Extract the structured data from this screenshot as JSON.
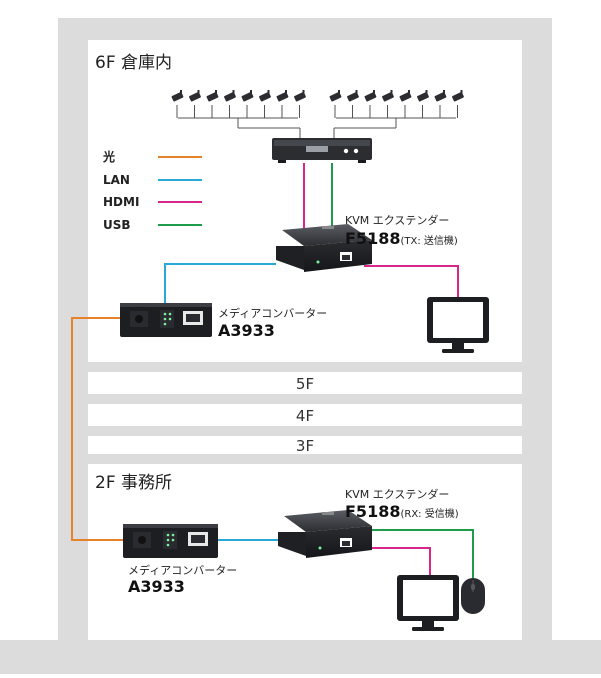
{
  "floors": {
    "top": {
      "label": "6F 倉庫内"
    },
    "bottom": {
      "label": "2F 事務所"
    },
    "middle": [
      "5F",
      "4F",
      "3F"
    ]
  },
  "legend": [
    {
      "label": "光",
      "color": "#e8822a"
    },
    {
      "label": "LAN",
      "color": "#2aa8d8"
    },
    {
      "label": "HDMI",
      "color": "#d8268a"
    },
    {
      "label": "USB",
      "color": "#1e9c4a"
    }
  ],
  "tx_extender": {
    "label": "KVM エクステンダー",
    "model": "F5188",
    "role": "(TX: 送信機)"
  },
  "rx_extender": {
    "label": "KVM エクステンダー",
    "model": "F5188",
    "role": "(RX: 受信機)"
  },
  "media_converter_top": {
    "label": "メディアコンバーター",
    "model": "A3933"
  },
  "media_converter_bottom": {
    "label": "メディアコンバーター",
    "model": "A3933"
  },
  "colors": {
    "building": "#dcdcdc",
    "fiber": "#e8822a",
    "lan": "#2aa8d8",
    "hdmi": "#d8268a",
    "usb": "#1e9c4a",
    "device_dark": "#2b2d31"
  },
  "camera_count": 16
}
